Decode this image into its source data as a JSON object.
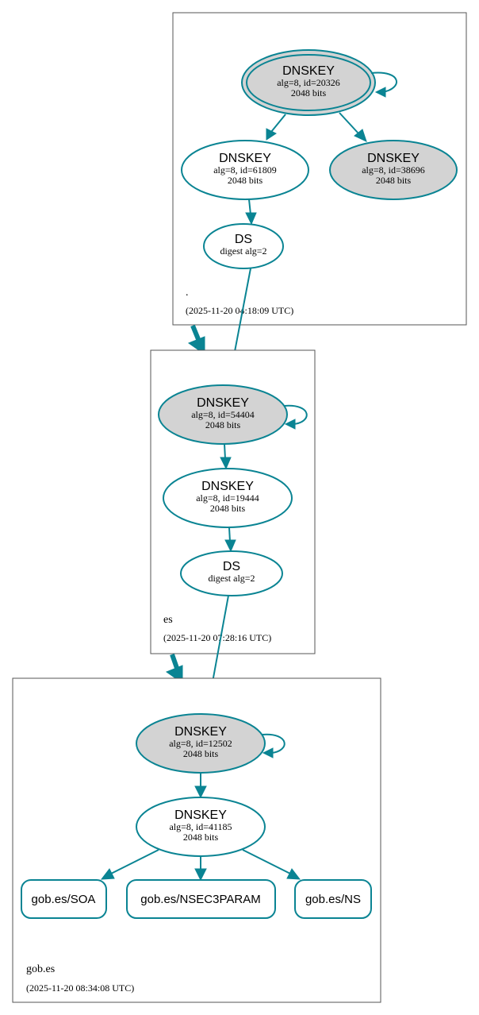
{
  "colors": {
    "edge": "#0a8493",
    "ksk_fill": "#d3d3d3",
    "zone_border": "#555555"
  },
  "zones": {
    "root": {
      "name": ".",
      "timestamp": "(2025-11-20 04:18:09 UTC)",
      "ksk": {
        "label": "DNSKEY",
        "detail": "alg=8, id=20326",
        "bits": "2048 bits"
      },
      "zsk": {
        "label": "DNSKEY",
        "detail": "alg=8, id=61809",
        "bits": "2048 bits"
      },
      "standby": {
        "label": "DNSKEY",
        "detail": "alg=8, id=38696",
        "bits": "2048 bits"
      },
      "ds": {
        "label": "DS",
        "detail": "digest alg=2"
      }
    },
    "es": {
      "name": "es",
      "timestamp": "(2025-11-20 07:28:16 UTC)",
      "ksk": {
        "label": "DNSKEY",
        "detail": "alg=8, id=54404",
        "bits": "2048 bits"
      },
      "zsk": {
        "label": "DNSKEY",
        "detail": "alg=8, id=19444",
        "bits": "2048 bits"
      },
      "ds": {
        "label": "DS",
        "detail": "digest alg=2"
      }
    },
    "gob": {
      "name": "gob.es",
      "timestamp": "(2025-11-20 08:34:08 UTC)",
      "ksk": {
        "label": "DNSKEY",
        "detail": "alg=8, id=12502",
        "bits": "2048 bits"
      },
      "zsk": {
        "label": "DNSKEY",
        "detail": "alg=8, id=41185",
        "bits": "2048 bits"
      },
      "records": [
        "gob.es/SOA",
        "gob.es/NSEC3PARAM",
        "gob.es/NS"
      ]
    }
  }
}
